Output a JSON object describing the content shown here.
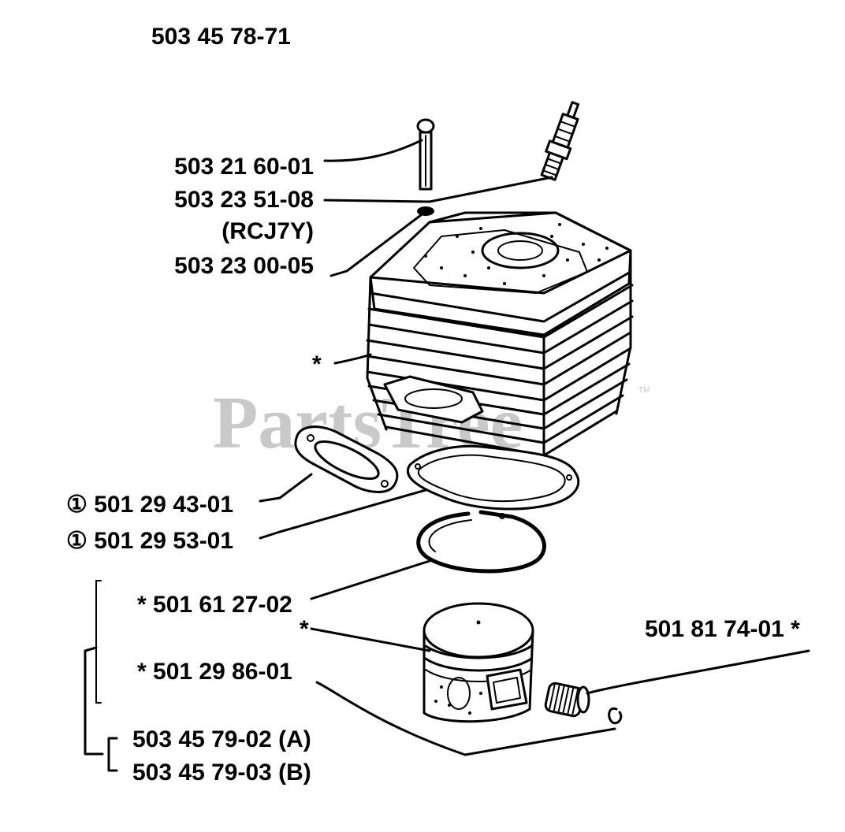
{
  "title_part_number": "503 45 78-71",
  "watermark": "PartsTree",
  "watermark_tm": "TM",
  "callouts": {
    "bolt": "503 21 60-01",
    "spark_plug": "503 23 51-08",
    "spark_plug_type": "(RCJ7Y)",
    "washer": "503 23 00-05",
    "cylinder": "*",
    "exhaust_gasket": "① 501 29 43-01",
    "base_gasket": "① 501 29 53-01",
    "piston_ring": "* 501 61 27-02",
    "piston_marker": "*",
    "piston": "* 501 29 86-01",
    "kit_a": "503 45 79-02 (A)",
    "kit_b": "503 45 79-03 (B)",
    "bearing": "501 81 74-01 *"
  }
}
